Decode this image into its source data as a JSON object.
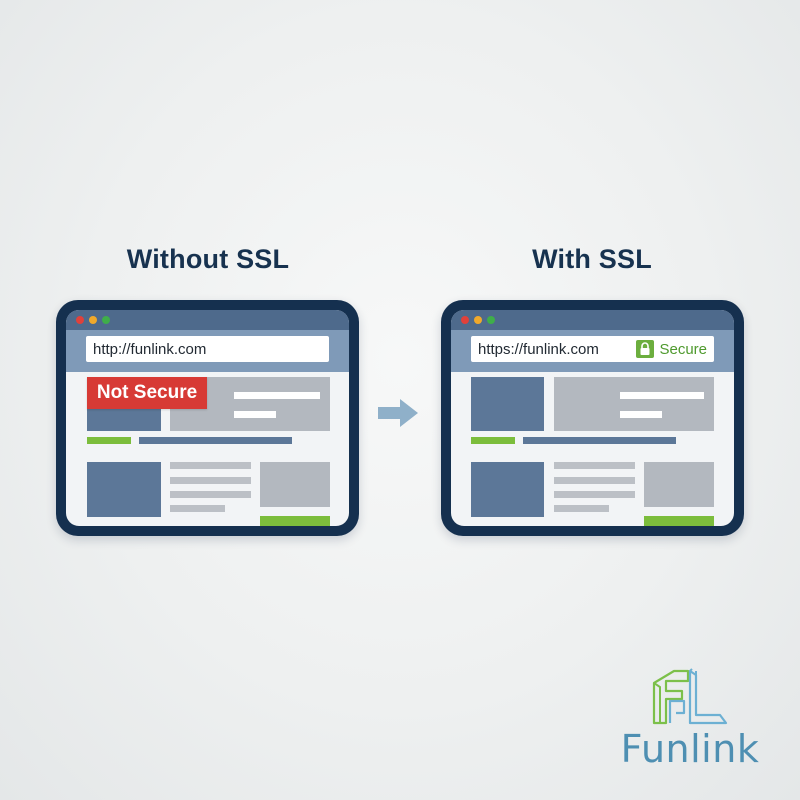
{
  "headings": {
    "left": "Without SSL",
    "right": "With SSL"
  },
  "browsers": {
    "left": {
      "url": "http://funlink.com",
      "warning_badge": "Not Secure",
      "window_controls": [
        "close",
        "minimize",
        "maximize"
      ]
    },
    "right": {
      "url": "https://funlink.com",
      "secure_label": "Secure",
      "lock_icon": "lock-icon",
      "window_controls": [
        "close",
        "minimize",
        "maximize"
      ]
    }
  },
  "arrow": {
    "icon": "arrow-right-icon",
    "color": "#8fb0c9"
  },
  "logo": {
    "text": "Funlink",
    "mark": "FL"
  },
  "colors": {
    "frame": "#15304f",
    "heading": "#17324f",
    "not_secure": "#d73a35",
    "secure_green": "#6cae3e",
    "accent_green": "#7cbd3c",
    "slate": "#5c7798",
    "grey": "#b3b8bf",
    "logo_blue": "#4e8fb2",
    "logo_green": "#7cc04a"
  }
}
